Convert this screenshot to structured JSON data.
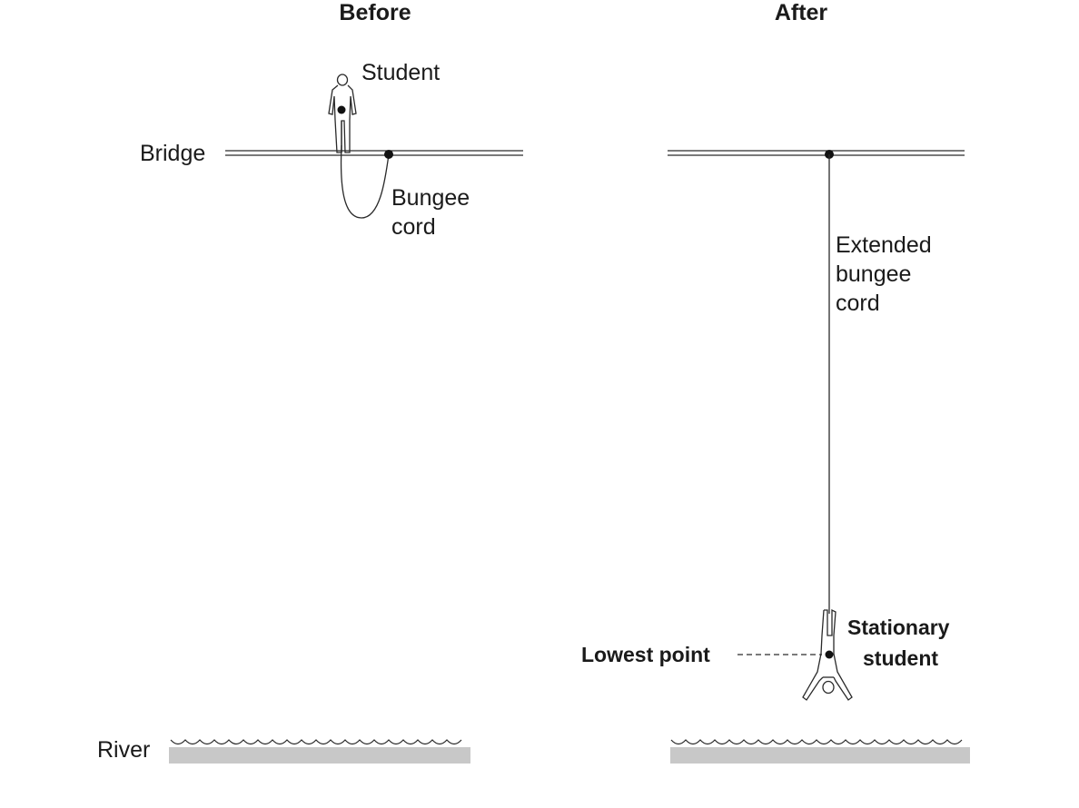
{
  "headings": {
    "before": "Before",
    "after": "After"
  },
  "labels": {
    "student": "Student",
    "bridge": "Bridge",
    "bungee_cord_line1": "Bungee",
    "bungee_cord_line2": "cord",
    "extended_line1": "Extended",
    "extended_line2": "bungee",
    "extended_line3": "cord",
    "stationary_line1": "Stationary",
    "stationary_line2": "student",
    "lowest_point": "Lowest point",
    "river": "River"
  },
  "colors": {
    "ink": "#2a2a2a",
    "water": "#c8c8c8",
    "background": "#ffffff"
  },
  "icons": [
    "student-figure-icon",
    "inverted-student-figure-icon",
    "water-wave-icon"
  ]
}
